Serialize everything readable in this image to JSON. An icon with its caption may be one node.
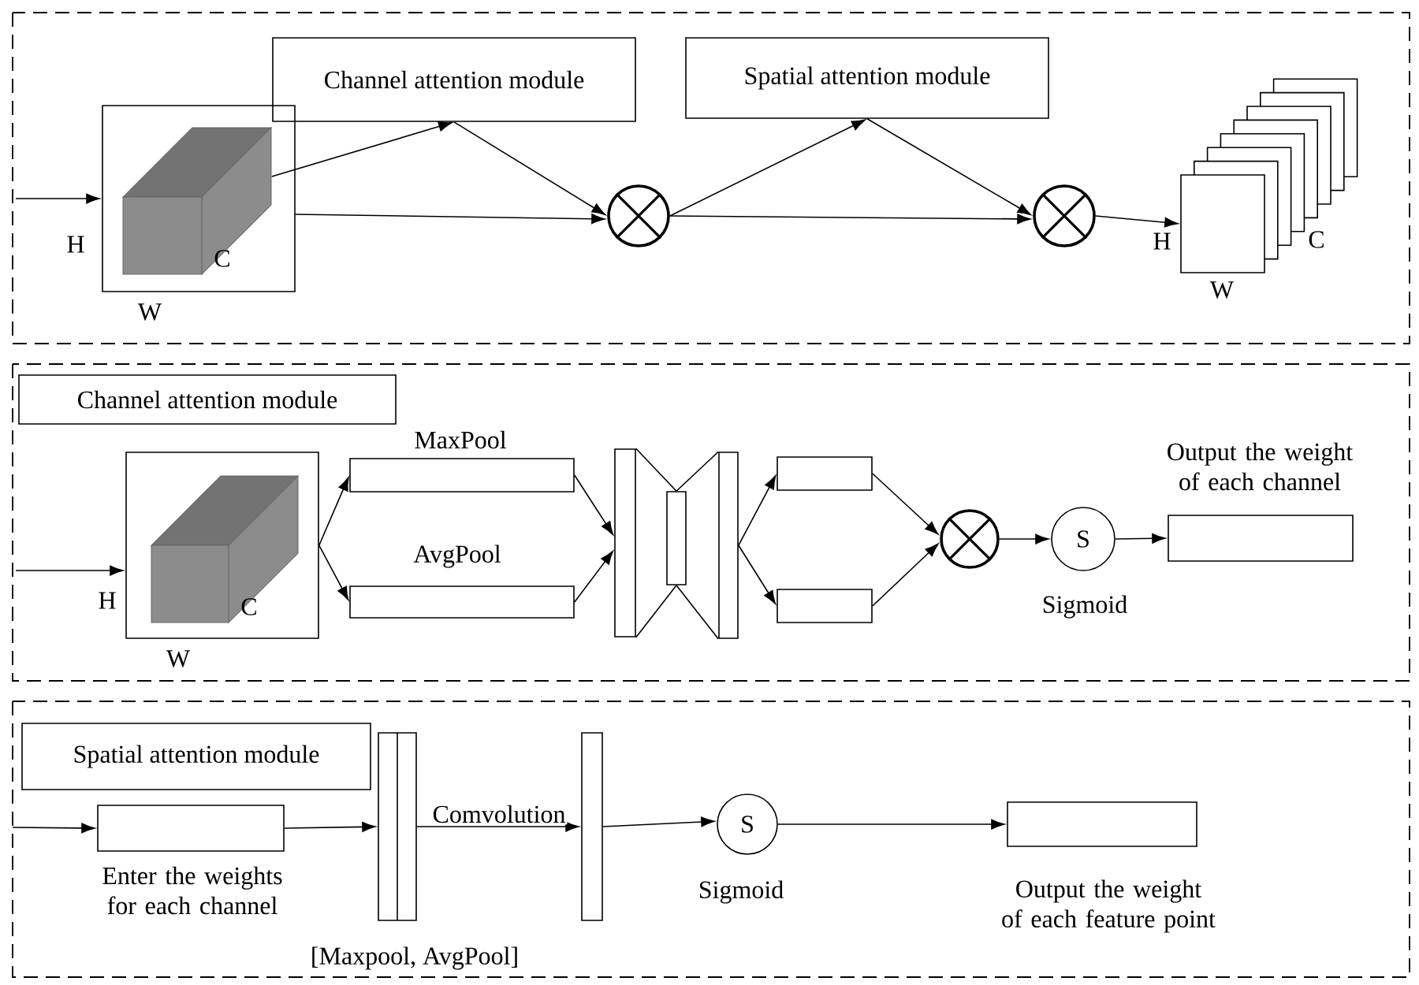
{
  "diagram": {
    "nodes": [
      {
        "text": [
          "Channel attention module"
        ]
      },
      {
        "text": [
          "Spatial attention module"
        ]
      },
      {
        "text": [
          "C"
        ],
        "beside": [
          "H",
          "W"
        ]
      },
      {
        "text": [],
        "shape": "circle"
      },
      {
        "text": [],
        "shape": "circle"
      },
      {
        "text": [
          "C"
        ],
        "beside": [
          "H",
          "W"
        ]
      },
      {
        "text": [
          "Channel attention module"
        ]
      },
      {
        "text": [
          "C"
        ],
        "beside": [
          "H",
          "W"
        ]
      },
      {
        "text": [],
        "shape": "box",
        "beside": [
          "MaxPool"
        ]
      },
      {
        "text": [],
        "shape": "box",
        "beside": [
          "AvgPool"
        ]
      },
      {
        "text": [],
        "shape": "bar"
      },
      {
        "text": [],
        "shape": "bar"
      },
      {
        "text": [],
        "shape": "bar"
      },
      {
        "text": [],
        "shape": "box"
      },
      {
        "text": [],
        "shape": "box"
      },
      {
        "text": [],
        "shape": "circle"
      },
      {
        "text": [
          "S"
        ],
        "beside": [
          "Sigmoid"
        ]
      },
      {
        "text": [],
        "shape": "box",
        "beside": [
          "Output the weight of each channel"
        ]
      },
      {
        "text": [
          "Spatial attention module"
        ]
      },
      {
        "text": [],
        "shape": "box",
        "beside": [
          "Enter the weights for each channel"
        ]
      },
      {
        "text": [],
        "shape": "bar",
        "beside": [
          "[Maxpool, AvgPool]"
        ]
      },
      {
        "text": [],
        "shape": "bar"
      },
      {
        "text": [
          "S"
        ],
        "beside": [
          "Sigmoid"
        ]
      },
      {
        "text": [],
        "shape": "box",
        "beside": [
          "Output the weight of each feature point"
        ]
      }
    ],
    "edges": [
      {
        "from": null,
        "to": 2,
        "arrow": "to"
      },
      {
        "from": 2,
        "to": 0,
        "arrow": "to"
      },
      {
        "from": 0,
        "to": 3,
        "arrow": "to"
      },
      {
        "from": 2,
        "to": 3,
        "arrow": "to"
      },
      {
        "from": 3,
        "to": 1,
        "arrow": "to"
      },
      {
        "from": 1,
        "to": 4,
        "arrow": "to"
      },
      {
        "from": 3,
        "to": 4,
        "arrow": "to"
      },
      {
        "from": 4,
        "to": 5,
        "arrow": "to"
      },
      {
        "from": null,
        "to": 7,
        "arrow": "to"
      },
      {
        "from": 7,
        "to": 8,
        "arrow": "to"
      },
      {
        "from": 7,
        "to": 9,
        "arrow": "to"
      },
      {
        "from": 8,
        "to": 10,
        "arrow": "to"
      },
      {
        "from": 9,
        "to": 10,
        "arrow": "to"
      },
      {
        "from": 10,
        "to": 11,
        "arrow": "none"
      },
      {
        "from": 11,
        "to": 12,
        "arrow": "none"
      },
      {
        "from": 12,
        "to": 13,
        "arrow": "to"
      },
      {
        "from": 12,
        "to": 14,
        "arrow": "to"
      },
      {
        "from": 13,
        "to": 15,
        "arrow": "to"
      },
      {
        "from": 14,
        "to": 15,
        "arrow": "to"
      },
      {
        "from": 15,
        "to": 16,
        "arrow": "to"
      },
      {
        "from": 16,
        "to": 17,
        "arrow": "to"
      },
      {
        "from": null,
        "to": 19,
        "arrow": "to"
      },
      {
        "from": 19,
        "to": 20,
        "arrow": "to"
      },
      {
        "from": 20,
        "to": 21,
        "arrow": "to",
        "label": "Comvolution"
      },
      {
        "from": 21,
        "to": 22,
        "arrow": "to"
      },
      {
        "from": 22,
        "to": 23,
        "arrow": "to"
      },
      {
        "from": 10,
        "to": 11,
        "arrow": "none"
      },
      {
        "from": 11,
        "to": 12,
        "arrow": "none"
      }
    ]
  }
}
